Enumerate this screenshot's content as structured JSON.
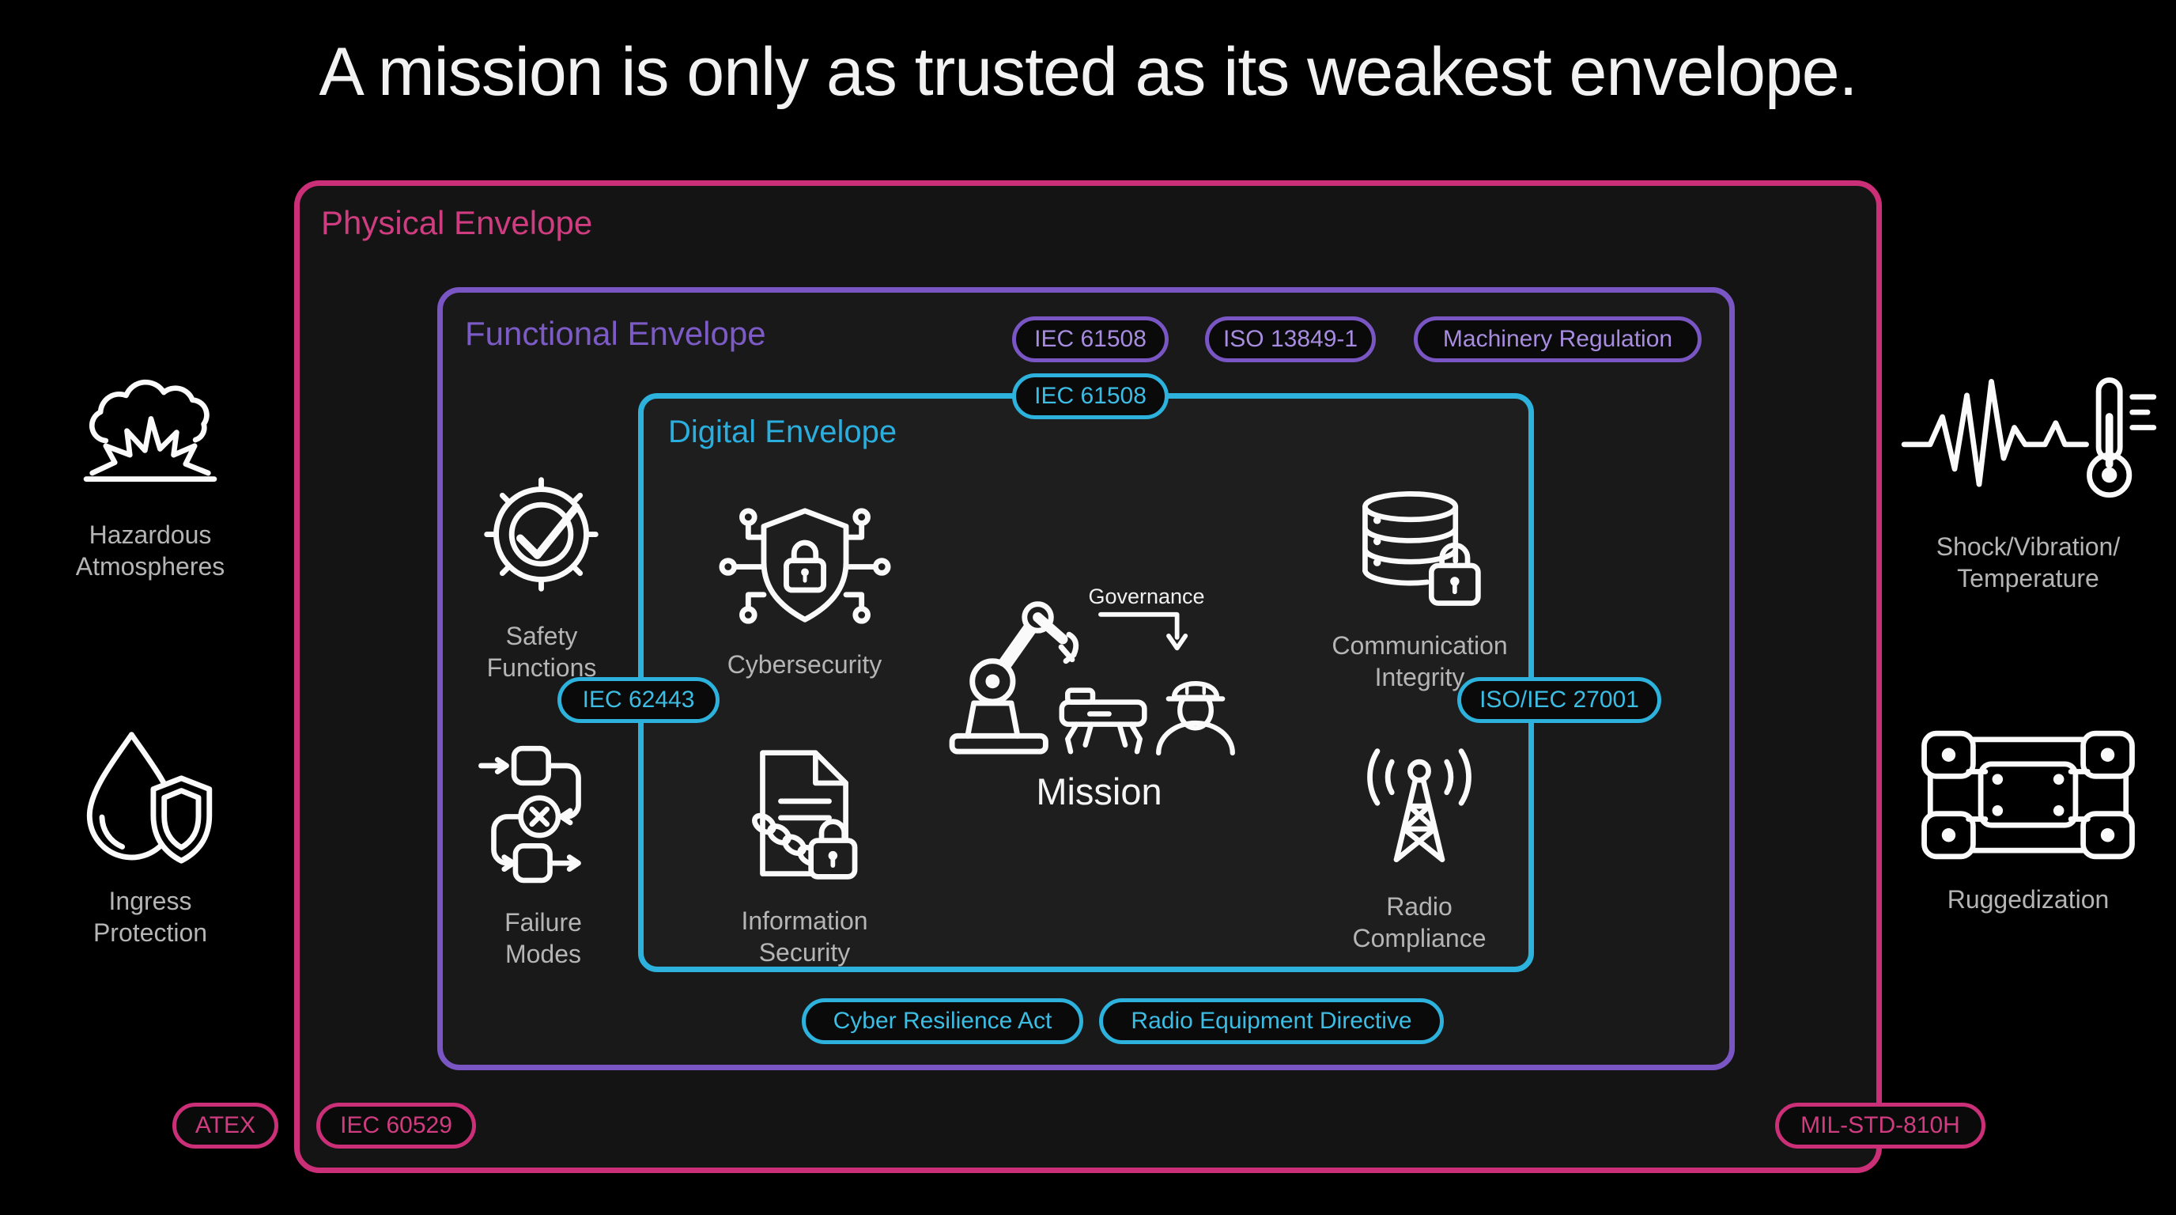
{
  "title": "A mission is only as trusted as its weakest envelope.",
  "colors": {
    "pink": "#cb2f77",
    "pink_text": "#cf3c80",
    "purple": "#7a55c4",
    "purple_text": "#a78ce0",
    "cyan": "#2cb2dc",
    "cyan_text": "#3cbde4",
    "label": "#b5b5b5",
    "white": "#f2f2f2"
  },
  "envelopes": {
    "physical": {
      "label": "Physical Envelope"
    },
    "functional": {
      "label": "Functional Envelope"
    },
    "digital": {
      "label": "Digital Envelope"
    }
  },
  "badges": {
    "functional_top": [
      "IEC 61508",
      "ISO 13849-1",
      "Machinery Regulation"
    ],
    "digital_top": "IEC 61508",
    "digital_left": "IEC 62443",
    "digital_right": "ISO/IEC 27001",
    "functional_bottom": [
      "Cyber Resilience Act",
      "Radio Equipment Directive"
    ],
    "physical_left_outside": "ATEX",
    "physical_bottom_inside": "IEC 60529",
    "physical_right": "MIL-STD-810H"
  },
  "outer": {
    "left": [
      {
        "label": "Hazardous\nAtmospheres",
        "icon": "explosion-cloud-icon"
      },
      {
        "label": "Ingress\nProtection",
        "icon": "droplet-shield-icon"
      }
    ],
    "right": [
      {
        "label": "Shock/Vibration/\nTemperature",
        "icon": "vibration-thermometer-icon"
      },
      {
        "label": "Ruggedization",
        "icon": "rugged-case-icon"
      }
    ]
  },
  "functional_items": [
    {
      "label": "Safety\nFunctions",
      "icon": "gear-check-icon"
    },
    {
      "label": "Failure\nModes",
      "icon": "failure-flowchart-icon"
    }
  ],
  "digital_items": [
    {
      "label": "Cybersecurity",
      "icon": "shield-circuit-lock-icon"
    },
    {
      "label": "Information\nSecurity",
      "icon": "document-chain-lock-icon"
    },
    {
      "label": "Communication\nIntegrity",
      "icon": "database-lock-icon"
    },
    {
      "label": "Radio\nCompliance",
      "icon": "radio-tower-icon"
    }
  ],
  "mission": {
    "label": "Mission",
    "governance_label": "Governance",
    "icons": [
      "robot-arm-icon",
      "robot-dog-icon",
      "worker-hardhat-icon"
    ]
  }
}
